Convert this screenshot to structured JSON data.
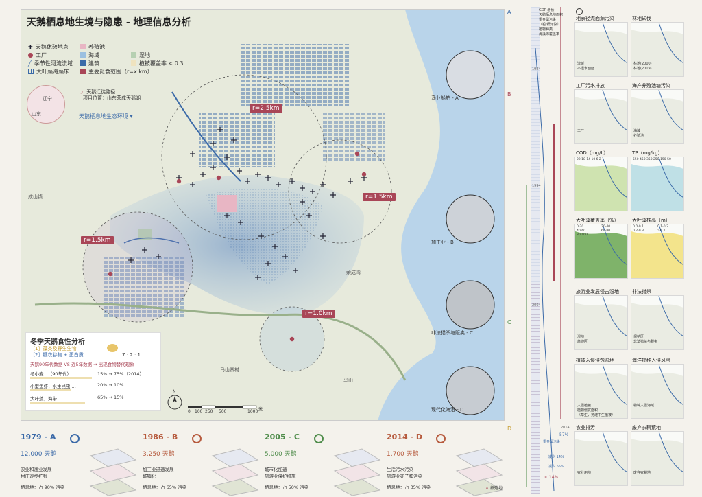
{
  "title": "天鹅栖息地生境与隐患 - 地理信息分析",
  "legend": {
    "items_left": [
      {
        "label": "天鹅休憩地点"
      },
      {
        "label": "工厂"
      },
      {
        "label": "季节性河流流域"
      },
      {
        "label": "大叶藻海藻床"
      }
    ],
    "items_mid": [
      {
        "label": "养殖池"
      },
      {
        "label": "海域"
      },
      {
        "label": "建筑"
      },
      {
        "label": "主要觅食范围（r=x km）"
      }
    ],
    "items_right": [
      {
        "label": "湿地"
      },
      {
        "label": "植被覆盖率 < 0.3"
      }
    ],
    "migration": "天鹅迁徙路径",
    "location": "项目位置：山东荣成天鹅湖",
    "inset_labels": [
      "辽宁",
      "山东"
    ],
    "habitat_link": "天鹅栖息地生态环境"
  },
  "map": {
    "radius_labels": [
      "r=2.5km",
      "r=1.5km",
      "r=1.5km",
      "r=1.0km"
    ],
    "place_labels": [
      "成山镇",
      "荣成湾",
      "马山寨村",
      "马山"
    ],
    "scale_ticks": [
      "0",
      "100",
      "250",
      "500",
      "1000"
    ],
    "scale_unit": "米",
    "north": "N"
  },
  "photos": [
    {
      "label": "渔业船舶 - A"
    },
    {
      "label": "加工业 - B"
    },
    {
      "label": "非法猎杀与贩卖 - C"
    },
    {
      "label": "现代化海港 - D"
    }
  ],
  "diet": {
    "title": "冬季天鹅食性分析",
    "line1": "［1］藻类及野生生物",
    "line2": "［2］糠衣谷物 + 蛋白质",
    "ratio": "7 : 2 : 1",
    "compare": "天鹅90年代数据 VS 近5年数据 → 出现食物替代现象",
    "rows": [
      {
        "left": "冬小麦...（90年代）",
        "right": "15% → 75%（2014）"
      },
      {
        "left": "小型鱼虾，水生昆虫 ...",
        "right": "20% → 10%"
      },
      {
        "left": "大叶藻，海带...",
        "right": "65% → 15%"
      }
    ]
  },
  "timeline": {
    "markers": [
      "A",
      "B",
      "C",
      "D"
    ],
    "legend": [
      "GDP 增长",
      "天鹅栖息地面积",
      "重金属污染",
      "（铅/镉污染）",
      "植物种类",
      "海藻床覆盖率"
    ],
    "years": [
      "1984",
      "1994",
      "2004",
      "2014"
    ],
    "values": [
      "57%",
      "减少 14%",
      "减少 65%",
      "< 14%"
    ],
    "value_labels": [
      "重金属污染"
    ]
  },
  "periods": [
    {
      "title": "1979 - A",
      "count": "12,000 天鹅",
      "desc1": "农业和渔业发展",
      "desc2": "村庄逐步扩张",
      "desc3": "栖息地：占 90% 污染",
      "color": "#3b6aa8"
    },
    {
      "title": "1986 - B",
      "count": "3,250 天鹅",
      "desc1": "加工业迅速发展",
      "desc2": "城镇化",
      "desc3": "栖息地：占 65% 污染",
      "color": "#b65a3d"
    },
    {
      "title": "2005 - C",
      "count": "5,000 天鹅",
      "desc1": "城市化加速",
      "desc2": "旅游业保护措施",
      "desc3": "栖息地：占 50% 污染",
      "color": "#4e8c4a"
    },
    {
      "title": "2014 - D",
      "count": "1,700 天鹅",
      "desc1": "生活污水污染",
      "desc2": "旅游业亦子和污染",
      "desc3": "栖息地：占 35% 污染",
      "color": "#b65a3d"
    }
  ],
  "bottom_legend": "养殖地",
  "right_panels": [
    {
      "left": "地表径流面源污染",
      "right": "林地砍伐",
      "l_notes": [
        "流域",
        "不透水面面"
      ],
      "r_notes": [
        "林地(2000)",
        "林地(2019)"
      ]
    },
    {
      "left": "工厂污水排放",
      "right": "海产养殖池塘污染",
      "l_notes": [
        "工厂"
      ],
      "r_notes": [
        "海域",
        "养殖池"
      ]
    },
    {
      "left": "COD（mg/L）",
      "right": "TP（mg/kg）",
      "l_scale": "22  18  14  10  6  2",
      "r_scale": "550 450 350 250 150 50"
    },
    {
      "left": "大叶藻覆盖率（%）",
      "right": "大叶藻株高（m）",
      "l_legend": [
        "0-20",
        "20-40",
        "40-60",
        "60-80",
        "80-100"
      ],
      "r_legend": [
        "0.0-0.1",
        "0.1-0.2",
        "0.2-0.3",
        ">0.3"
      ]
    },
    {
      "left": "旅游业发展侵占湿地",
      "right": "非法猎杀",
      "l_notes": [
        "湿地",
        "旅游区"
      ],
      "r_notes": [
        "保护区",
        "非法猎杀与贩卖"
      ]
    },
    {
      "left": "植被入侵侵蚀湿地",
      "right": "海洋物种入侵风险",
      "l_notes": [
        "入侵植被",
        "植物侵扰面积",
        "（草生，苑滩中生植被）"
      ],
      "r_notes": [
        "物种入侵海域"
      ]
    },
    {
      "left": "农业排污",
      "right": "废弃农耕荒地",
      "l_notes": [
        "农业用地"
      ],
      "r_notes": [
        "废弃农耕地"
      ]
    }
  ],
  "colors": {
    "accent": "#a94657",
    "sea": "#b9d4ea",
    "land": "#e8ebde",
    "blue": "#3b6aa8"
  }
}
